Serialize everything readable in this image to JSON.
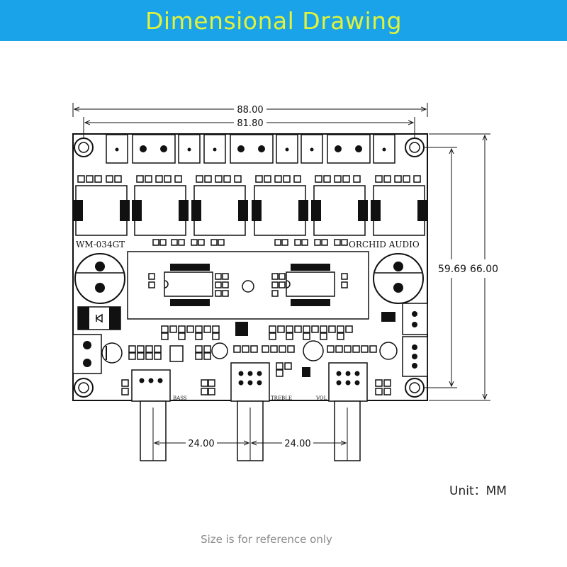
{
  "header": {
    "title": "Dimensional Drawing",
    "background": "#1aa3e8",
    "title_color": "#e2f23a"
  },
  "dimensions": {
    "overall_width": "88.00",
    "hole_spacing_width": "81.80",
    "hole_spacing_height": "59.69",
    "overall_height": "66.00",
    "knob_spacing_left": "24.00",
    "knob_spacing_right": "24.00"
  },
  "board": {
    "model": "WM-034GT",
    "brand": "ORCHID AUDIO",
    "pot_labels": [
      "BASS",
      "TREBLE",
      "VOL"
    ]
  },
  "unit_note": "Unit：MM",
  "footnote": "Size is for reference only"
}
